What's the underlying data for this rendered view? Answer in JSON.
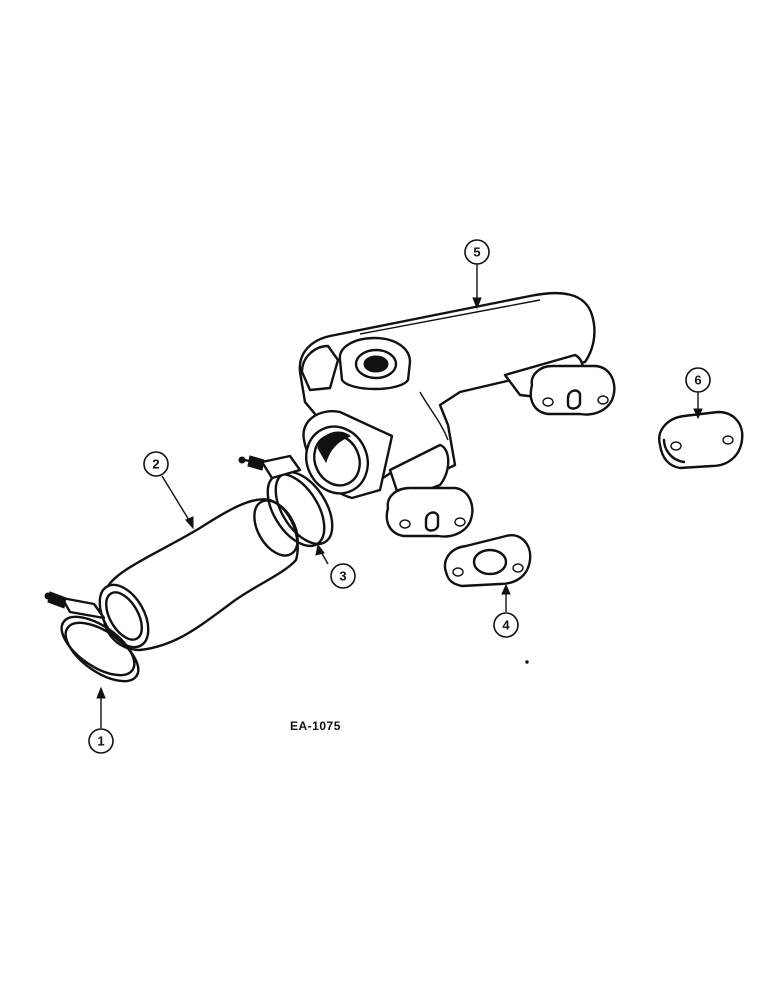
{
  "figure": {
    "code": "EA-1075"
  },
  "callouts": [
    {
      "id": "1",
      "label": "1"
    },
    {
      "id": "2",
      "label": "2"
    },
    {
      "id": "3",
      "label": "3"
    },
    {
      "id": "4",
      "label": "4"
    },
    {
      "id": "5",
      "label": "5"
    },
    {
      "id": "6",
      "label": "6"
    }
  ],
  "colors": {
    "ink": "#111111",
    "paper": "#ffffff"
  }
}
